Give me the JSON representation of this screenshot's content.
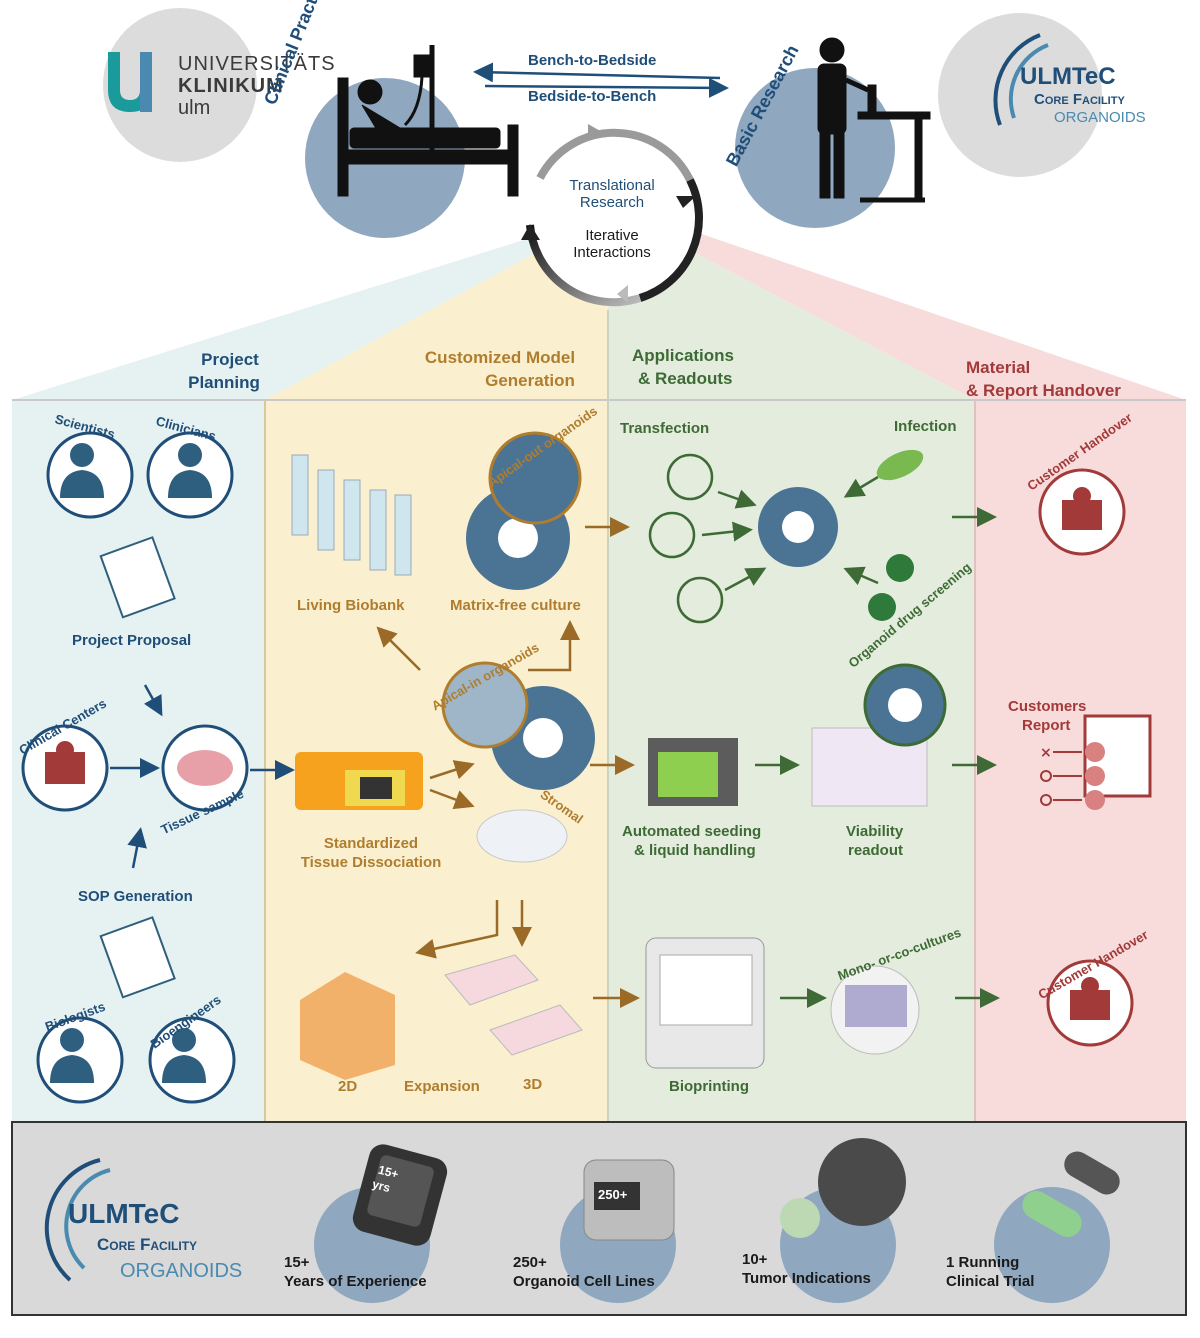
{
  "header": {
    "uni_logo": {
      "line1": "UNIVERSITÄTS",
      "line2": "KLINIKUM",
      "line3": "ulm",
      "mark": "U"
    },
    "facility_logo": {
      "line1": "ULMTeC",
      "line2": "Core Facility",
      "line3": "ORGANOIDS"
    },
    "clinical_practice": "Clinical Practice",
    "basic_research": "Basic Research",
    "bench_to_bedside": "Bench-to-Bedside",
    "bedside_to_bench": "Bedside-to-Bench",
    "cycle_line1": "Translational",
    "cycle_line2": "Research",
    "cycle_line3": "Iterative",
    "cycle_line4": "Interactions"
  },
  "columns": {
    "planning": {
      "title_line1": "Project",
      "title_line2": "Planning"
    },
    "model": {
      "title_line1": "Customized Model",
      "title_line2": "Generation"
    },
    "applications": {
      "title_line1": "Applications",
      "title_line2": "& Readouts"
    },
    "handover": {
      "title_line1": "Material",
      "title_line2": "& Report Handover"
    }
  },
  "planning": {
    "scientists": "Scientists",
    "clinicians": "Clinicians",
    "project_proposal": "Project Proposal",
    "clinical_centers": "Clinical Centers",
    "tissue_sample": "Tissue sample",
    "sop_generation": "SOP Generation",
    "biologists": "Biologists",
    "bioengineers": "Bioengineers"
  },
  "model": {
    "living_biobank": "Living Biobank",
    "apical_out": "Apical-out organoids",
    "matrix_free": "Matrix-free culture",
    "apical_in": "Apical-in organoids",
    "dissociation_line1": "Standardized",
    "dissociation_line2": "Tissue Dissociation",
    "stromal": "Stromal",
    "label_2d": "2D",
    "expansion": "Expansion",
    "label_3d": "3D"
  },
  "applications": {
    "transfection": "Transfection",
    "infection": "Infection",
    "automated_line1": "Automated seeding",
    "automated_line2": "& liquid handling",
    "drug_screening": "Organoid drug screening",
    "viability_line1": "Viability",
    "viability_line2": "readout",
    "bioprinting": "Bioprinting",
    "cocultures": "Mono- or-co-cultures"
  },
  "handover": {
    "customer_handover_1": "Customer Handover",
    "customers_report_line1": "Customers",
    "customers_report_line2": "Report",
    "customer_handover_2": "Customer Handover"
  },
  "footer": {
    "logo": {
      "line1": "ULMTeC",
      "line2": "Core Facility",
      "line3": "ORGANOIDS"
    },
    "stats": [
      {
        "line1": "15+",
        "line2": "Years of Experience",
        "icon": "watch-icon",
        "icon_text_1": "15+",
        "icon_text_2": "yrs"
      },
      {
        "line1": "250+",
        "line2": "Organoid Cell Lines",
        "icon": "tally-counter-icon",
        "icon_text_1": "250+"
      },
      {
        "line1": "10+",
        "line2": "Tumor Indications",
        "icon": "tumor-cell-icon"
      },
      {
        "line1": "1 Running",
        "line2": "Clinical Trial",
        "icon": "capsules-icon"
      }
    ]
  },
  "colors": {
    "navy": "#1f4e79",
    "planning_bg": "#e6f1f1",
    "model_bg": "#faf0cf",
    "applications_bg": "#e3ecdd",
    "handover_bg": "#f8dcdc",
    "gold": "#b07d2e",
    "green": "#3e6b35",
    "red": "#a33a3a",
    "footer_bg": "#d9d9d9"
  }
}
